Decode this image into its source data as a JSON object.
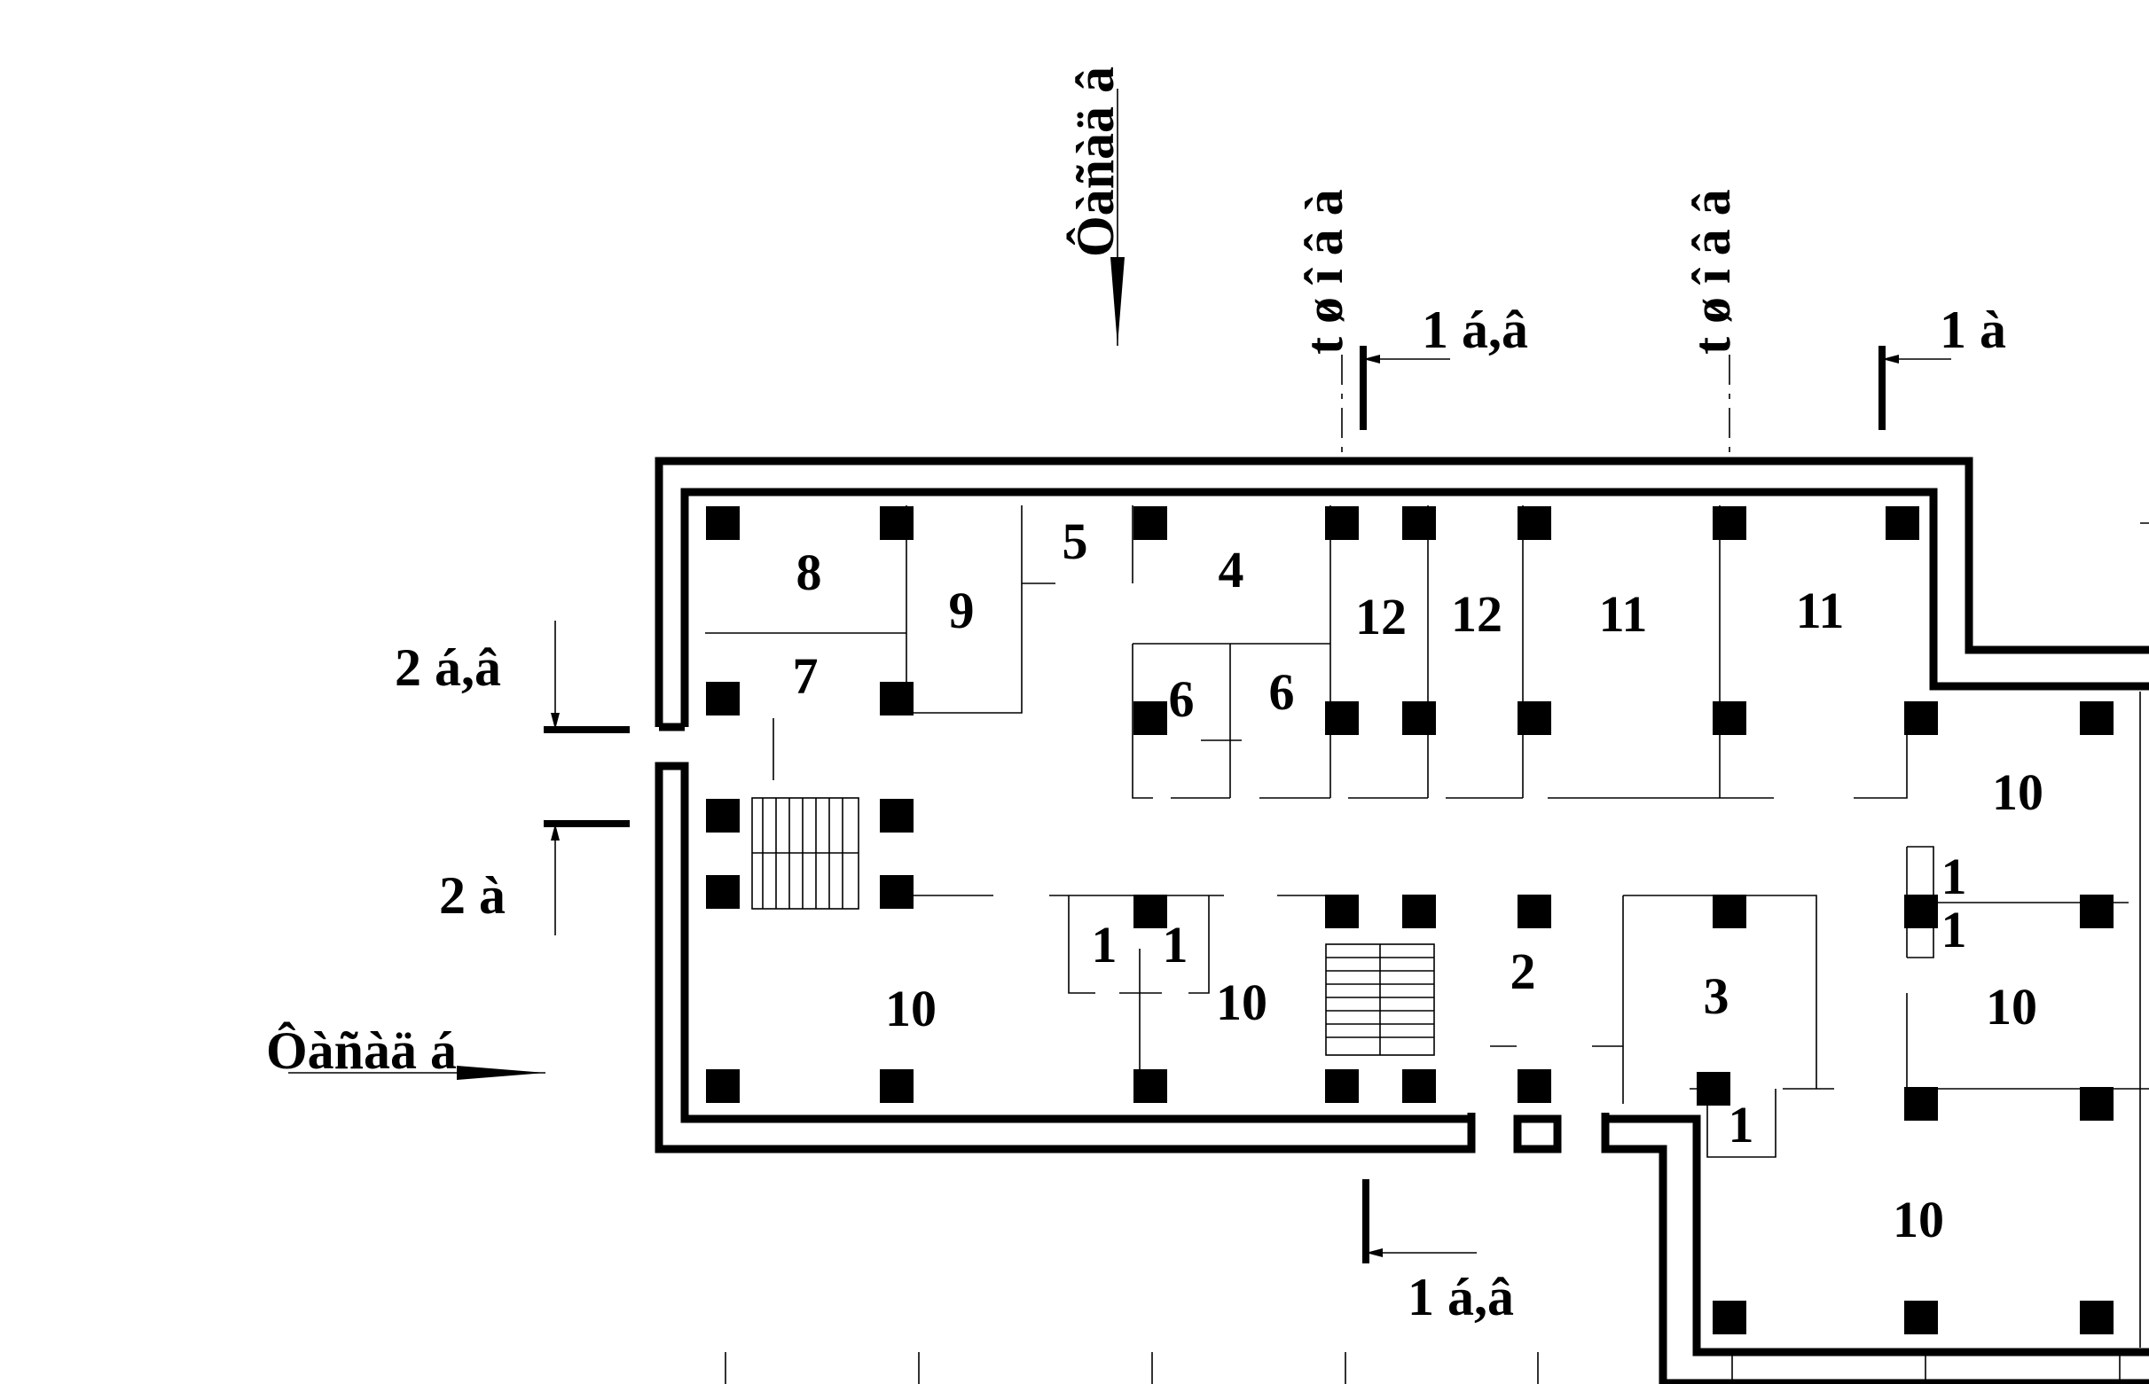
{
  "plan": {
    "compass_north": "Ôàñàä â",
    "compass_south": "Ôàñàä á",
    "axis_labels": [
      "t ø î â à",
      "t ø î â â"
    ],
    "sections": {
      "top_left": "1 á,â",
      "top_right": "1 à",
      "bottom": "1 á,â",
      "left_upper": "2 á,â",
      "left_lower": "2 à"
    },
    "rooms": {
      "r8": "8",
      "r9": "9",
      "r7": "7",
      "r5": "5",
      "r4": "4",
      "r6a": "6",
      "r6b": "6",
      "r12a": "12",
      "r12b": "12",
      "r11a": "11",
      "r11b": "11",
      "r10a": "10",
      "r10b": "10",
      "r10c": "10",
      "r10d": "10",
      "r10e": "10",
      "r1a": "1",
      "r1b": "1",
      "r1c": "1",
      "r1d": "1",
      "r1e": "1",
      "r2": "2",
      "r3": "3"
    }
  }
}
